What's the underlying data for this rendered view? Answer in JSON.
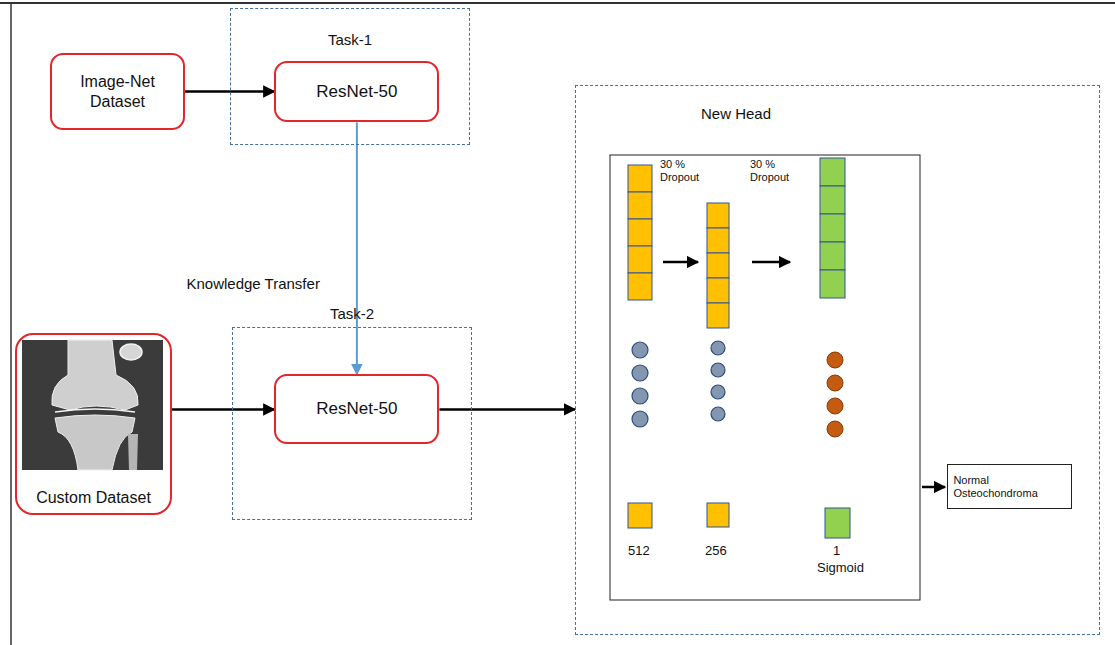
{
  "diagram": {
    "nodes": [
      {
        "text": [
          "Image-Net Dataset"
        ]
      },
      {
        "text": [
          "Task-1"
        ]
      },
      {
        "text": [
          "ResNet-50"
        ],
        "in": 1
      },
      {
        "text": [
          "Task-2"
        ]
      },
      {
        "text": [
          "ResNet-50"
        ],
        "in": 3
      },
      {
        "text": [
          "Custom Dataset"
        ]
      },
      {
        "text": [
          "New Head"
        ]
      },
      {
        "text": [
          "Normal Osteochondroma"
        ],
        "in": 6
      }
    ],
    "edges": [
      {
        "from": 0,
        "to": 2,
        "arrow": "to"
      },
      {
        "from": 2,
        "to": 4,
        "arrow": "to",
        "label": "Knowledge Transfer"
      },
      {
        "from": 5,
        "to": 4,
        "arrow": "to"
      },
      {
        "from": 4,
        "to": 6,
        "arrow": "to"
      }
    ],
    "labels": [
      "30 % Dropout",
      "30 % Dropout",
      "512",
      "256",
      "1",
      "Sigmoid"
    ]
  }
}
